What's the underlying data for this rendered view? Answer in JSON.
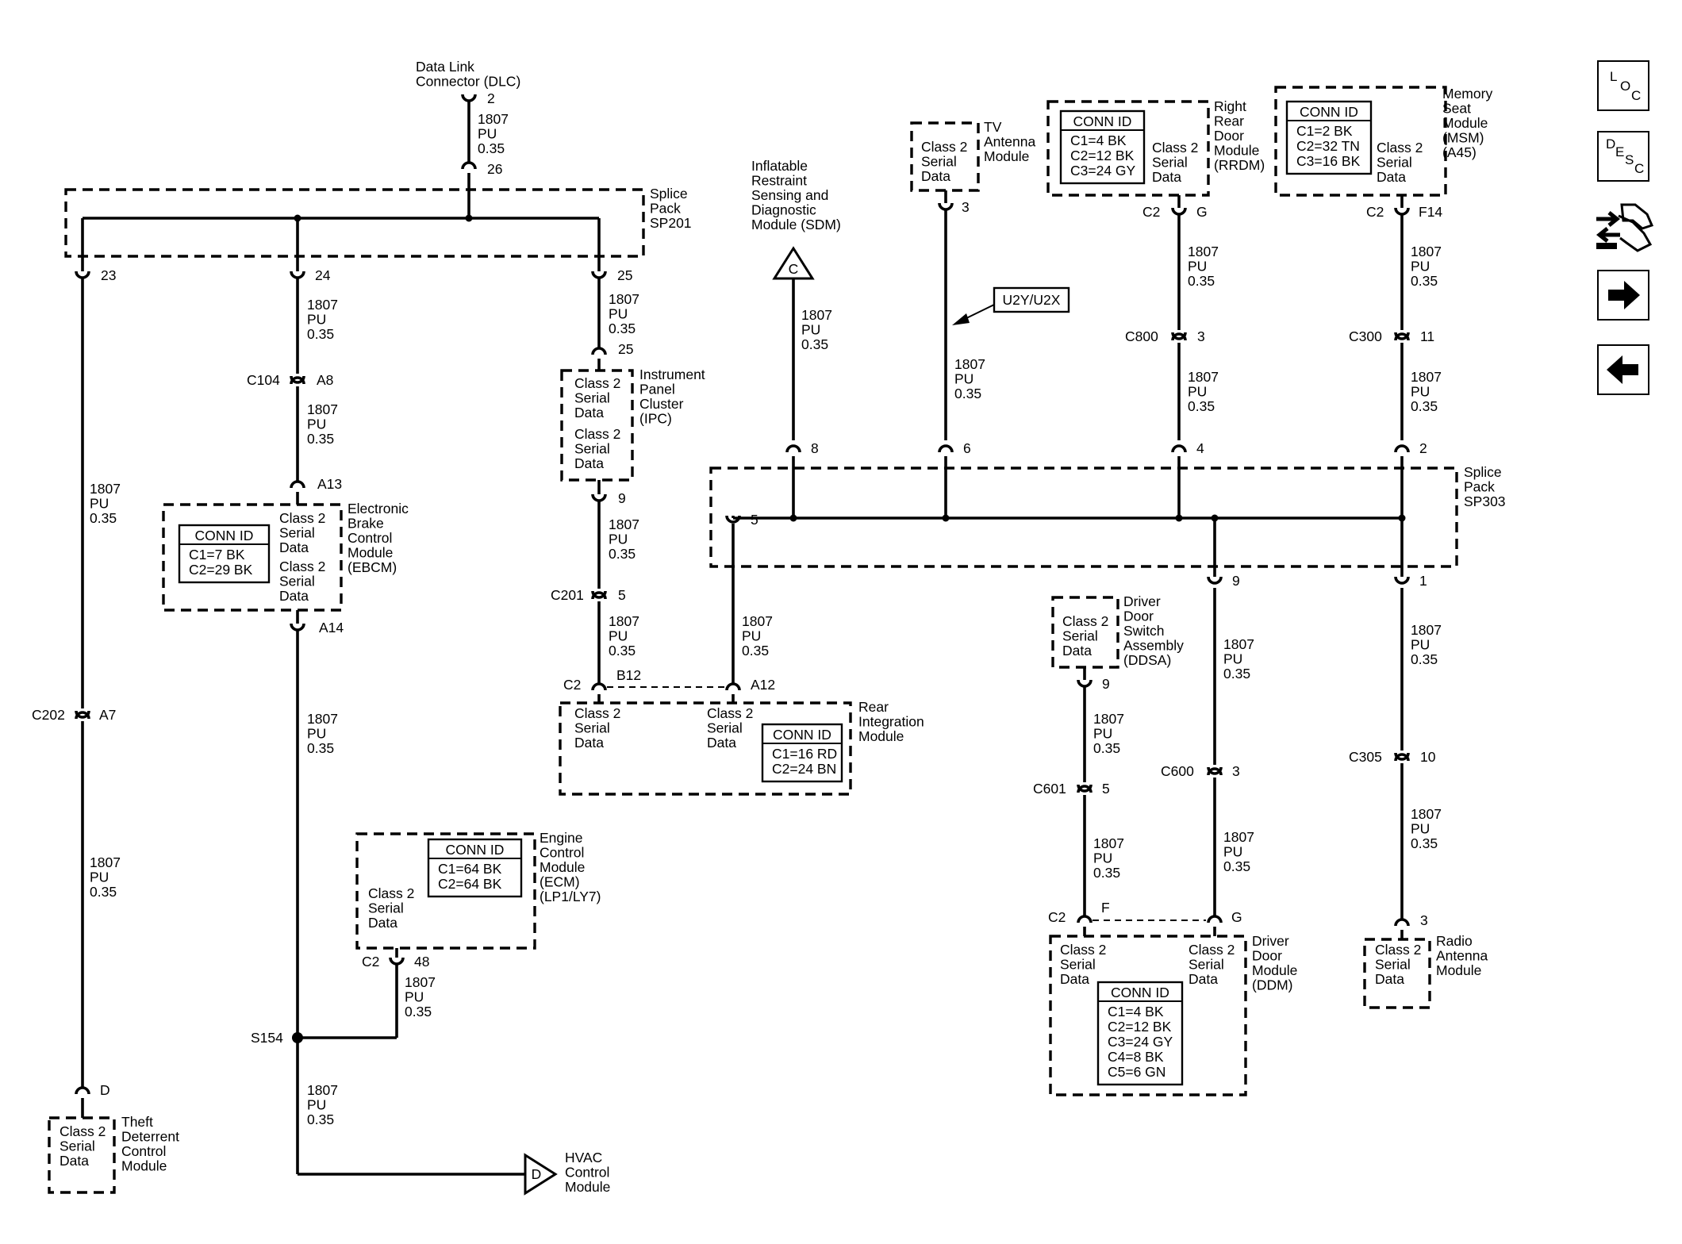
{
  "wire": {
    "circuit": "1807",
    "color": "PU",
    "gauge": "0.35"
  },
  "serial_data": [
    "Class 2",
    "Serial",
    "Data"
  ],
  "conn_id_title": "CONN ID",
  "dlc": {
    "name": [
      "Data Link",
      "Connector (DLC)"
    ],
    "pin": "2",
    "splice_pin": "26"
  },
  "sp201": {
    "name": [
      "Splice",
      "Pack",
      "SP201"
    ],
    "pins": [
      "23",
      "24",
      "25"
    ]
  },
  "sp303": {
    "name": [
      "Splice",
      "Pack",
      "SP303"
    ],
    "top_pins": [
      "8",
      "6",
      "4",
      "2"
    ],
    "bottom_pins": [
      "5",
      "9",
      "1"
    ]
  },
  "c104": {
    "conn": "C104",
    "pin": "A8"
  },
  "c201": {
    "conn": "C201",
    "pin": "5"
  },
  "c202": {
    "conn": "C202",
    "pin": "A7"
  },
  "c800": {
    "conn": "C800",
    "pin": "3"
  },
  "c300": {
    "conn": "C300",
    "pin": "11"
  },
  "c601": {
    "conn": "C601",
    "pin": "5"
  },
  "c600": {
    "conn": "C600",
    "pin": "3"
  },
  "c305": {
    "conn": "C305",
    "pin": "10"
  },
  "ipc": {
    "name": [
      "Instrument",
      "Panel",
      "Cluster",
      "(IPC)"
    ],
    "pin_top": "25",
    "pin_bottom": "9"
  },
  "ebcm": {
    "name": [
      "Electronic",
      "Brake",
      "Control",
      "Module",
      "(EBCM)"
    ],
    "pin_top": "A13",
    "pin_bottom": "A14",
    "conn_ids": [
      "C1=7 BK",
      "C2=29 BK"
    ]
  },
  "ecm": {
    "name": [
      "Engine",
      "Control",
      "Module",
      "(ECM)",
      "(LP1/LY7)"
    ],
    "conn": "C2",
    "pin": "48",
    "conn_ids": [
      "C1=64 BK",
      "C2=64 BK"
    ]
  },
  "s154": "S154",
  "hvac": {
    "name": [
      "HVAC",
      "Control",
      "Module"
    ],
    "off_page": "D"
  },
  "tdm": {
    "name": [
      "Theft",
      "Deterrent",
      "Control",
      "Module"
    ],
    "pin": "D"
  },
  "sdm": {
    "name": [
      "Inflatable",
      "Restraint",
      "Sensing and",
      "Diagnostic",
      "Module (SDM)"
    ],
    "off_page": "C"
  },
  "tv": {
    "name": [
      "TV",
      "Antenna",
      "Module"
    ],
    "pin": "3"
  },
  "option_tag": "U2Y/U2X",
  "rrdm": {
    "name": [
      "Right",
      "Rear",
      "Door",
      "Module",
      "(RRDM)"
    ],
    "conn": "C2",
    "pin": "G",
    "conn_ids": [
      "C1=4 BK",
      "C2=12 BK",
      "C3=24 GY"
    ]
  },
  "msm": {
    "name": [
      "Memory",
      "Seat",
      "Module",
      "(MSM)",
      "(A45)"
    ],
    "conn": "C2",
    "pin": "F14",
    "conn_ids": [
      "C1=2 BK",
      "C2=32 TN",
      "C3=16 BK"
    ]
  },
  "rim": {
    "name": [
      "Rear",
      "Integration",
      "Module"
    ],
    "conn": "C2",
    "pin_left": "B12",
    "pin_right": "A12",
    "conn_ids": [
      "C1=16 RD",
      "C2=24 BN"
    ]
  },
  "ddsa": {
    "name": [
      "Driver",
      "Door",
      "Switch",
      "Assembly",
      "(DDSA)"
    ],
    "pin": "9"
  },
  "ddm": {
    "name": [
      "Driver",
      "Door",
      "Module",
      "(DDM)"
    ],
    "conn": "C2",
    "pin_left": "F",
    "pin_right": "G",
    "conn_ids": [
      "C1=4 BK",
      "C2=12 BK",
      "C3=24 GY",
      "C4=8 BK",
      "C5=6 GN"
    ]
  },
  "radio_antenna": {
    "name": [
      "Radio",
      "Antenna",
      "Module"
    ],
    "pin": "3"
  },
  "nav": {
    "loc": [
      "L",
      "O",
      "C"
    ],
    "desc": [
      "D",
      "E",
      "S",
      "C"
    ],
    "icons": [
      "component-locator-icon",
      "description-icon",
      "connector-pinout-icon",
      "next-page-icon",
      "previous-page-icon"
    ]
  }
}
